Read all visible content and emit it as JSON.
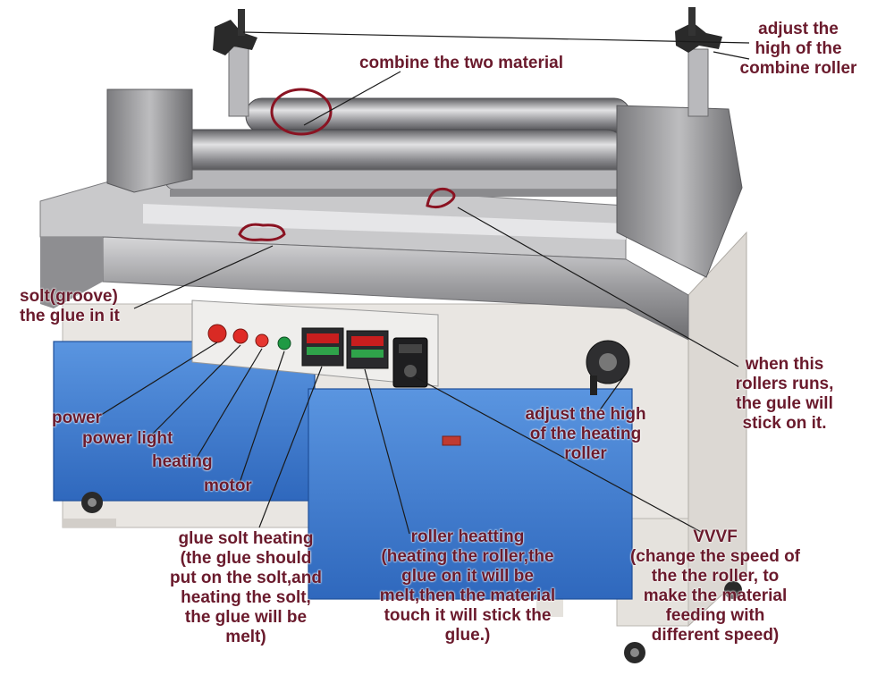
{
  "annotations": {
    "combine": "combine the two material",
    "adjust_combine": "adjust the\nhigh of the\ncombine roller",
    "solt": "solt(groove)\nthe glue in it",
    "rollers_runs": "when this\nrollers runs,\nthe gule will\nstick on it.",
    "power": "power",
    "power_light": "power light",
    "heating": "heating",
    "motor": "motor",
    "adjust_heating": "adjust the high\nof the heating\nroller",
    "glue_solt_heating": "glue solt heating\n(the glue should\nput on the solt,and\nheating the solt,\nthe glue will be\nmelt)",
    "roller_heating": "roller heatting\n(heating the roller,the\nglue on it will be\nmelt,then the material\ntouch it will stick the\nglue.)",
    "vvvf": "VVVF\n(change the speed of\nthe the roller, to\nmake the material\nfeeding with\ndifferent speed)"
  },
  "colors": {
    "annotation_text": "#6a1a2c",
    "marker": "#8a1322",
    "cabinet_blue": "#3f7fd3",
    "frame_white": "#e9e6e2",
    "steel": "#a9a9ab"
  }
}
